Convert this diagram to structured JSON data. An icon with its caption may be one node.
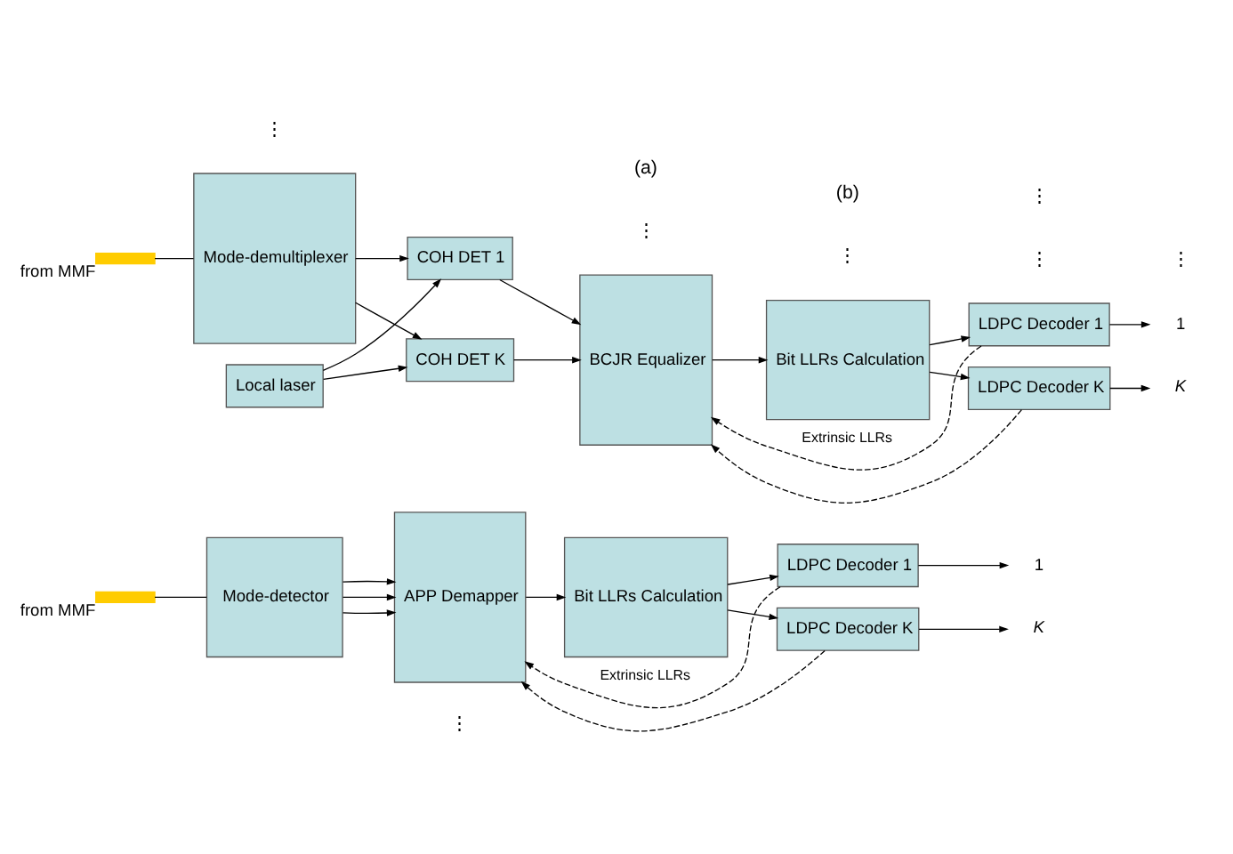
{
  "diagram": {
    "nodes": [
      {
        "text": [],
        "shape": "bar",
        "beside": [
          "from MMF"
        ]
      },
      {
        "text": [
          "Mode-detector"
        ]
      },
      {
        "text": [
          "APP Demapper"
        ]
      },
      {
        "text": [
          "Bit LLRs Calculation"
        ]
      },
      {
        "text": [
          "LDPC Decoder 1"
        ]
      },
      {
        "text": [
          "LDPC Decoder K"
        ]
      },
      {
        "text": [
          "1"
        ]
      },
      {
        "text": [
          "K"
        ]
      },
      {
        "text": [],
        "shape": "bar",
        "beside": [
          "from MMF"
        ]
      },
      {
        "text": [
          "Mode-demultiplexer"
        ]
      },
      {
        "text": [
          "COH DET 1"
        ]
      },
      {
        "text": [
          "Local laser"
        ]
      },
      {
        "text": [
          "COH DET K"
        ]
      },
      {
        "text": [
          "BCJR Equalizer"
        ]
      },
      {
        "text": [
          "Bit LLRs Calculation"
        ]
      },
      {
        "text": [
          "LDPC Decoder 1"
        ]
      },
      {
        "text": [
          "LDPC Decoder K"
        ]
      },
      {
        "text": [
          "1"
        ]
      },
      {
        "text": [
          "K"
        ]
      }
    ],
    "edges": [
      {
        "from": 0,
        "to": 1,
        "arrow": "none"
      },
      {
        "from": 1,
        "to": 2,
        "arrow": "to"
      },
      {
        "from": 1,
        "to": 2,
        "arrow": "to"
      },
      {
        "from": 1,
        "to": 2,
        "arrow": "to"
      },
      {
        "from": 2,
        "to": 3,
        "arrow": "to"
      },
      {
        "from": 3,
        "to": 4,
        "arrow": "to"
      },
      {
        "from": 3,
        "to": 5,
        "arrow": "to"
      },
      {
        "from": 4,
        "to": 6,
        "arrow": "to"
      },
      {
        "from": 5,
        "to": 7,
        "arrow": "to"
      },
      {
        "from": 4,
        "to": 2,
        "arrow": "to",
        "style": "dashed",
        "label": "Extrinsic LLRs"
      },
      {
        "from": 5,
        "to": 2,
        "arrow": "to",
        "style": "dashed"
      },
      {
        "from": 8,
        "to": 9,
        "arrow": "none"
      },
      {
        "from": 9,
        "to": 10,
        "arrow": "to"
      },
      {
        "from": 9,
        "to": 12,
        "arrow": "to"
      },
      {
        "from": 11,
        "to": 10,
        "arrow": "to"
      },
      {
        "from": 11,
        "to": 12,
        "arrow": "to"
      },
      {
        "from": 10,
        "to": 13,
        "arrow": "to"
      },
      {
        "from": 12,
        "to": 13,
        "arrow": "to"
      },
      {
        "from": 13,
        "to": 14,
        "arrow": "to"
      },
      {
        "from": 14,
        "to": 15,
        "arrow": "to"
      },
      {
        "from": 14,
        "to": 16,
        "arrow": "to"
      },
      {
        "from": 15,
        "to": 17,
        "arrow": "to"
      },
      {
        "from": 16,
        "to": 18,
        "arrow": "to"
      },
      {
        "from": 15,
        "to": 13,
        "arrow": "to",
        "style": "dashed",
        "label": "Extrinsic LLRs"
      },
      {
        "from": 16,
        "to": 13,
        "arrow": "to",
        "style": "dashed"
      }
    ],
    "labels": [
      "⋮",
      "⋮",
      "⋮",
      "(a)",
      "⋮",
      "⋮",
      "⋮",
      "⋮",
      "(b)"
    ]
  }
}
